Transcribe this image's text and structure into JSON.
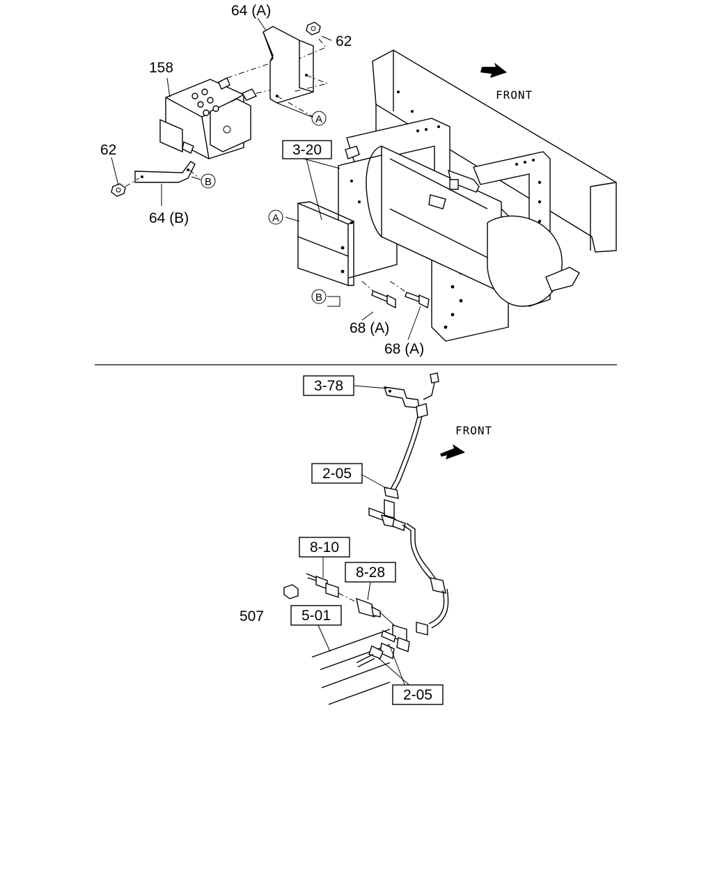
{
  "upper_section": {
    "labels": {
      "bracket_a": "64 (A)",
      "nut_top": "62",
      "module": "158",
      "nut_left": "62",
      "bracket_b": "64 (B)",
      "ref_frame": "3-20",
      "bolt_1": "68 (A)",
      "bolt_2": "68 (A)"
    },
    "markers": {
      "a": "A",
      "b": "B"
    },
    "front": "FRONT"
  },
  "lower_section": {
    "labels": {
      "ref_top": "3-78",
      "hose_upper": "2-05",
      "ref_connector": "8-10",
      "ref_sensor": "8-28",
      "cap": "507",
      "ref_frame": "5-01",
      "hose_lower": "2-05"
    },
    "front": "FRONT"
  }
}
